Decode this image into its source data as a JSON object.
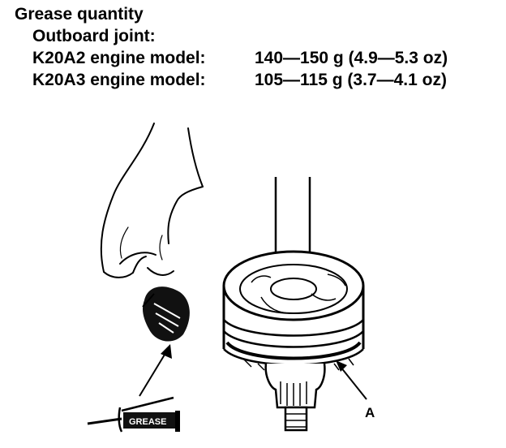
{
  "spec": {
    "title": "Grease quantity",
    "subtitle": "Outboard joint:",
    "rows": [
      {
        "label": "K20A2 engine model:",
        "value": "140—150 g (4.9—5.3 oz)"
      },
      {
        "label": "K20A3 engine model:",
        "value": "105—115 g (3.7—4.1 oz)"
      }
    ]
  },
  "figure": {
    "tube_label": "GREASE",
    "callout": "A"
  }
}
